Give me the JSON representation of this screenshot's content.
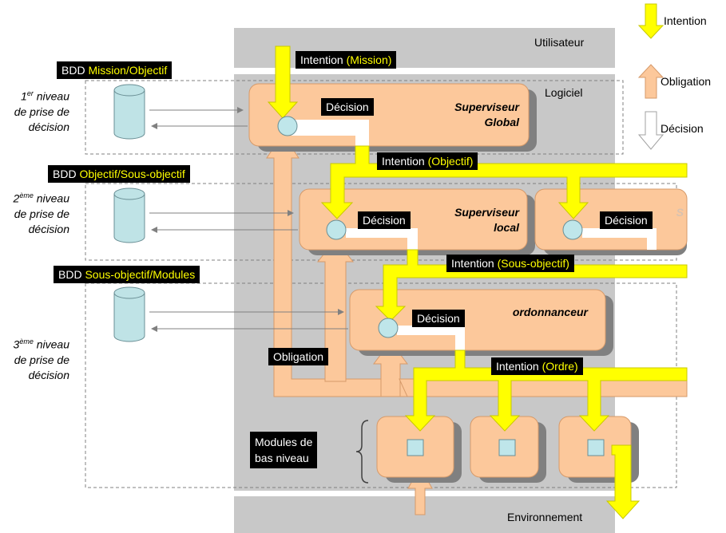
{
  "regions": {
    "user": "Utilisateur",
    "software": "Logiciel",
    "environment": "Environnement"
  },
  "legend": {
    "intention": "Intention",
    "obligation": "Obligation",
    "decision": "Décision"
  },
  "levels": [
    {
      "num": "1",
      "sup": "er",
      "line1": "niveau",
      "line2": "de prise de",
      "line3": "décision"
    },
    {
      "num": "2",
      "sup": "ème",
      "line1": "niveau",
      "line2": "de prise de",
      "line3": "décision"
    },
    {
      "num": "3",
      "sup": "ème",
      "line1": "niveau",
      "line2": "de prise de",
      "line3": "décision"
    }
  ],
  "databases": [
    {
      "prefix": "BDD ",
      "name": "Mission/Objectif"
    },
    {
      "prefix": "BDD ",
      "name": "Objectif/Sous-objectif"
    },
    {
      "prefix": "BDD ",
      "name": "Sous-objectif/Modules"
    }
  ],
  "blocks": {
    "global_line1": "Superviseur",
    "global_line2": "Global",
    "local_line1": "Superviseur",
    "local_line2": "local",
    "local2_partial": "S",
    "scheduler": "ordonnanceur"
  },
  "decision_label": "Décision",
  "intentions": [
    {
      "prefix": "Intention ",
      "value": "(Mission)"
    },
    {
      "prefix": "Intention ",
      "value": "(Objectif)"
    },
    {
      "prefix": "Intention ",
      "value": "(Sous-objectif)"
    },
    {
      "prefix": "Intention ",
      "value": "(Ordre)"
    }
  ],
  "obligation_label": "Obligation",
  "modules": {
    "line1": "Modules de",
    "line2": "bas niveau"
  },
  "colors": {
    "intention": "#ffff00",
    "obligation": "#fcc89b",
    "block": "#fcc89b",
    "region": "#c8c8c8",
    "node": "#bfe6ea",
    "database": "#bfe3e6"
  }
}
